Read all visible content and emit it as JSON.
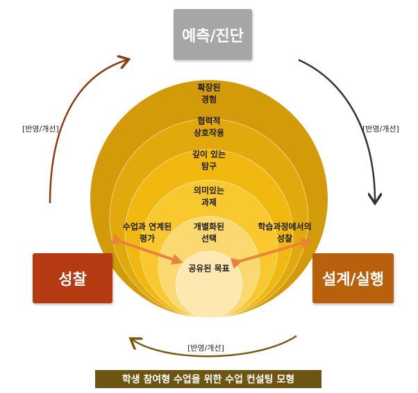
{
  "nodes": {
    "top": "예측/진단",
    "left": "성찰",
    "right": "설계/실행"
  },
  "cycle_labels": {
    "left": "[반영/개선]",
    "right": "[반영/개선]",
    "bottom": "[반영/개선]"
  },
  "layers": [
    {
      "line1": "확장된",
      "line2": "경험"
    },
    {
      "line1": "협력적",
      "line2": "상호작용"
    },
    {
      "line1": "깊이 있는",
      "line2": "탐구"
    },
    {
      "line1": "의미있는",
      "line2": "과제"
    },
    {
      "line1": "개별화된",
      "line2": "선택"
    },
    {
      "line1": "공유된 목표",
      "line2": ""
    }
  ],
  "side_labels": {
    "left": {
      "line1": "수업과 연계된",
      "line2": "평가"
    },
    "right": {
      "line1": "학습과정에서의",
      "line2": "성찰"
    }
  },
  "footer": "학생 참여형 수업을 위한 수업 컨설팅 모형",
  "colors": {
    "top_box": "#a6a6a6",
    "left_box": "#b53a12",
    "right_box": "#b8600c",
    "footer_bg": "#6e5413",
    "layers": [
      "#d39a0a",
      "#e2a90c",
      "#f1b80f",
      "#f8c82e",
      "#fbd870",
      "#fde8b1"
    ],
    "left_arrow": "#8b3a12",
    "right_arrow": "#333333",
    "bottom_arrow": "#7a5810",
    "double_arrow": "#e9823a"
  }
}
